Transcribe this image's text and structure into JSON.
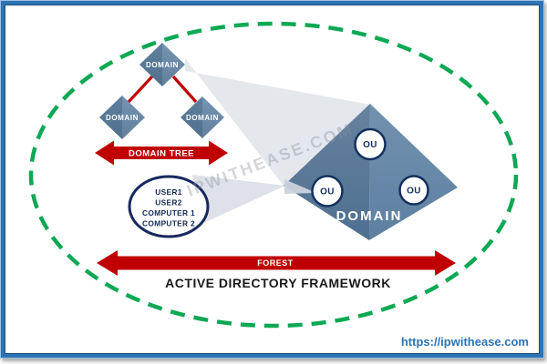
{
  "diagram": {
    "watermark": "IPWITHEASE.COM",
    "title": "ACTIVE DIRECTORY FRAMEWORK",
    "link": "https://ipwithease.com",
    "domain_tree": {
      "label": "DOMAIN TREE",
      "nodes": [
        "DOMAIN",
        "DOMAIN",
        "DOMAIN"
      ]
    },
    "forest": {
      "label": "FOREST"
    },
    "big_domain": {
      "label": "DOMAIN",
      "ous": [
        "OU",
        "OU",
        "OU"
      ]
    },
    "container_ellipse": {
      "lines": [
        "USER1",
        "USER2",
        "COMPUTER 1",
        "COMPUTER 2"
      ]
    },
    "colors": {
      "arrow_red": "#c00000",
      "dash_green": "#0ea855",
      "pyramid_left": "#5d7d9b",
      "pyramid_right": "#6c8caa",
      "navy": "#14305e",
      "border_blue": "#2e74b5",
      "link_blue": "#2e74b5"
    }
  }
}
